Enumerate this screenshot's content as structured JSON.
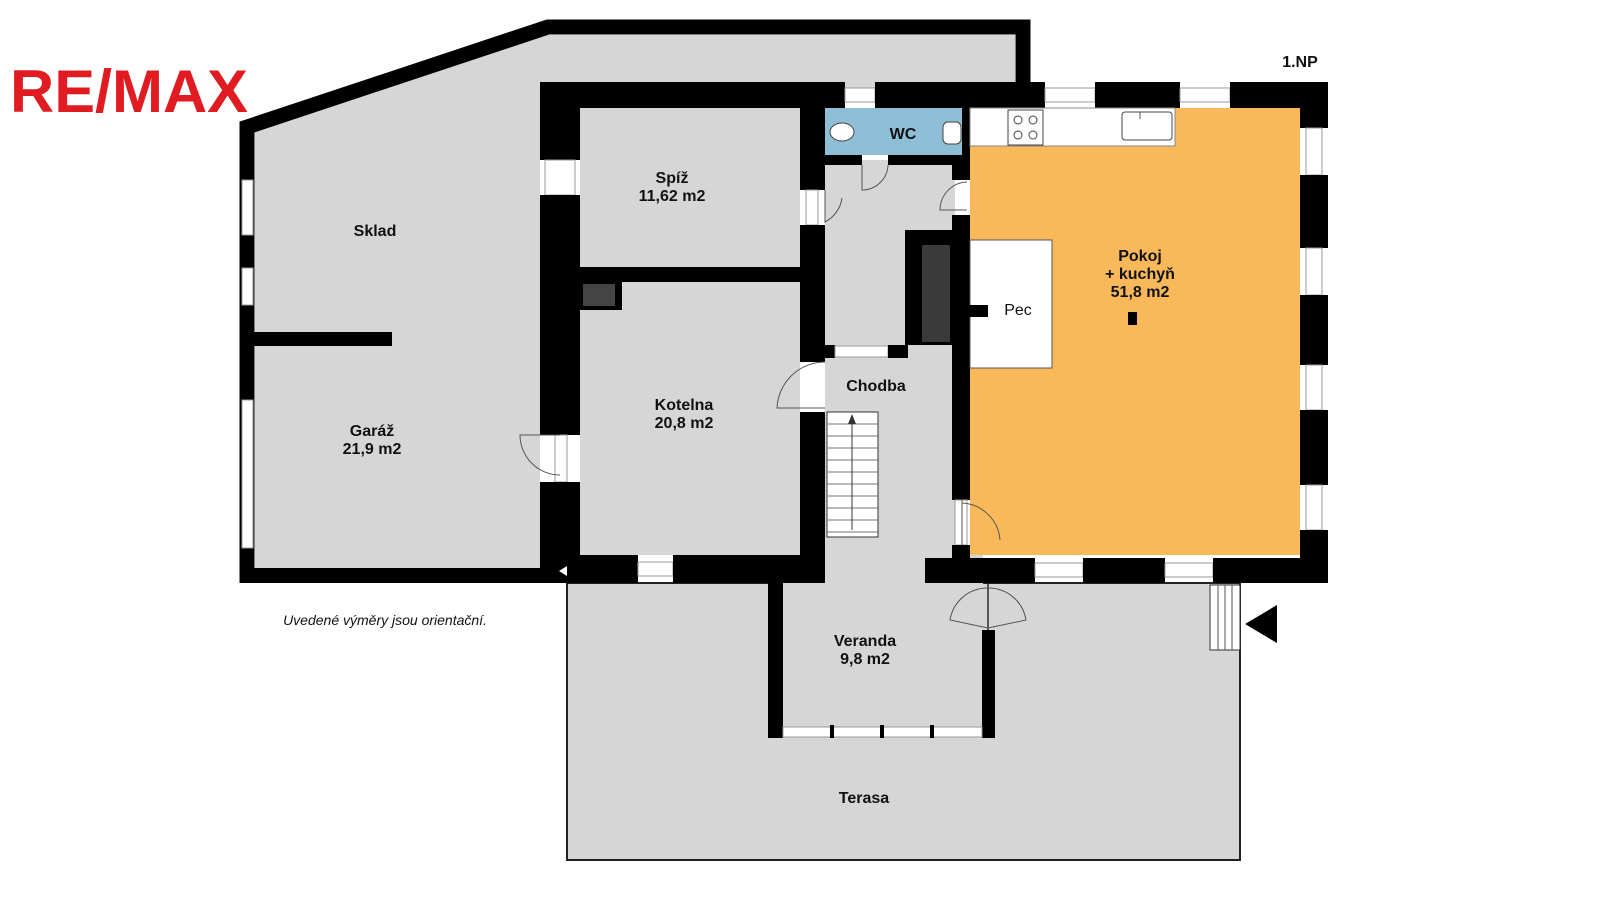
{
  "brand": {
    "logo_text": "RE/MAX",
    "logo_color": "#e11b22"
  },
  "floor_label": "1.NP",
  "note": "Uvedené výměry jsou orientační.",
  "rooms": {
    "sklad": {
      "name": "Sklad"
    },
    "garaz": {
      "name": "Garáž",
      "area": "21,9 m2"
    },
    "spiz": {
      "name": "Spíž",
      "area": "11,62 m2"
    },
    "kotelna": {
      "name": "Kotelna",
      "area": "20,8 m2"
    },
    "wc": {
      "name": "WC"
    },
    "chodba": {
      "name": "Chodba"
    },
    "pokoj": {
      "name_line1": "Pokoj",
      "name_line2": "+ kuchyň",
      "area": "51,8 m2"
    },
    "pec": {
      "name": "Pec"
    },
    "veranda": {
      "name": "Veranda",
      "area": "9,8 m2"
    },
    "terasa": {
      "name": "Terasa"
    }
  },
  "colors": {
    "floor": "#d6d6d6",
    "wall": "#000000",
    "pokoj_fill": "#f9b95a",
    "wc_fill": "#8fbfd6"
  }
}
